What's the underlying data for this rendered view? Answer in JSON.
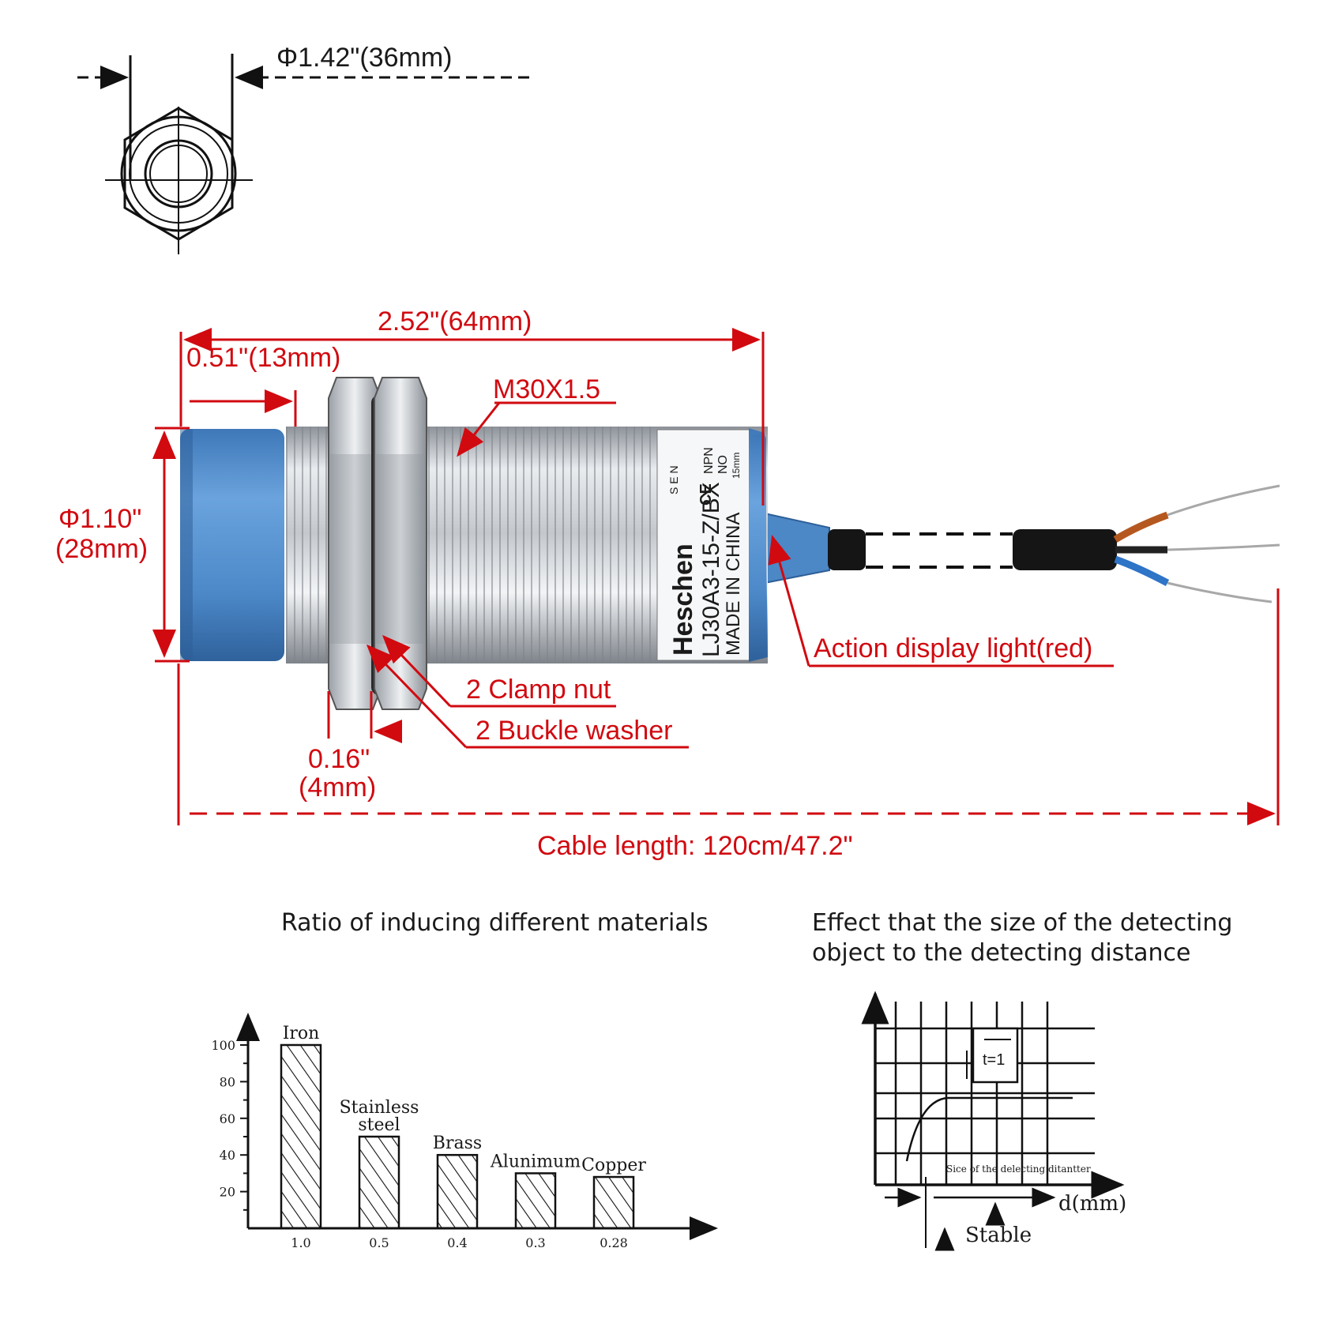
{
  "top_view": {
    "dia_label": "Φ1.42\"(36mm)"
  },
  "dimensions": {
    "length_total": "2.52\"(64mm)",
    "length_head": "0.51\"(13mm)",
    "thread": "M30X1.5",
    "dia_line1": "Φ1.10\"",
    "dia_line2": "(28mm)",
    "nut_width_line1": "0.16\"",
    "nut_width_line2": "(4mm)",
    "cable_length": "Cable length: 120cm/47.2\""
  },
  "callouts": {
    "light": "Action display light(red)",
    "clamp_nut": "2 Clamp nut",
    "washer": "2 Buckle washer"
  },
  "sensor_label": {
    "brand": "Heschen",
    "model": "LJ30A3-15-Z/BX",
    "origin": "MADE IN CHINA",
    "type1": "NPN",
    "type2": "NO",
    "range": "15mm",
    "ce": "CE",
    "sen": "S E N"
  },
  "material_chart": {
    "title": "Ratio of inducing different materials",
    "chart_data": {
      "type": "bar",
      "categories": [
        "Iron",
        "Stainless steel",
        "Brass",
        "Alunimum",
        "Copper"
      ],
      "category_lines": [
        [
          "Iron"
        ],
        [
          "Stainless",
          "steel"
        ],
        [
          "Brass"
        ],
        [
          "Alunimum"
        ],
        [
          "Copper"
        ]
      ],
      "values": [
        100,
        50,
        40,
        30,
        28
      ],
      "ratios": [
        "1.0",
        "0.5",
        "0.4",
        "0.3",
        "0.28"
      ],
      "y_ticks": [
        "100",
        "80",
        "60",
        "40",
        "20"
      ],
      "ylim": [
        0,
        100
      ]
    }
  },
  "size_chart": {
    "title_line1": "Effect that the size of the detecting",
    "title_line2": "object to the detecting distance",
    "xlabel": "d(mm)",
    "stable": "Stable",
    "inner_label": "Sice of the delecting ditantter",
    "t_label": "t=1"
  },
  "colors": {
    "dimension_red": "#d10a10",
    "sensor_blue": "#4a86c8",
    "metal": "#b9bec5"
  }
}
